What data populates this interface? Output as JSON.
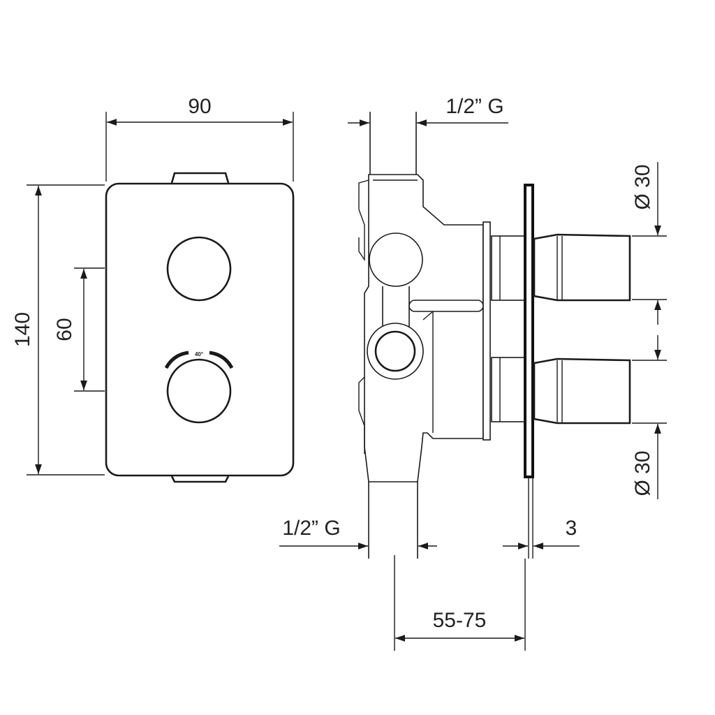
{
  "dimensions": {
    "width": "90",
    "height": "140",
    "knob_spacing": "60",
    "inlet_top": "1/2” G",
    "inlet_bottom": "1/2” G",
    "diameter_top": "Ø 30",
    "diameter_bottom": "Ø 30",
    "plate_thickness": "3",
    "depth_range": "55-75"
  },
  "labels": {
    "temperature_mark": "40°"
  }
}
